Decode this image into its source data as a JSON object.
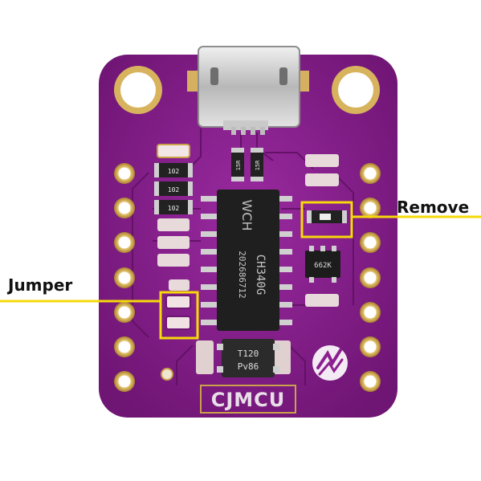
{
  "annotations": {
    "remove": "Remove",
    "jumper": "Jumper"
  },
  "board": {
    "silkscreen_brand": "CJMCU",
    "main_chip": {
      "line1": "CH340G",
      "line2": "202686712",
      "logo": "WCH"
    },
    "small_chip": {
      "line1": "T120",
      "line2": "Pv86"
    },
    "regulator": "662K",
    "resistors": [
      "102",
      "102",
      "102",
      "15R",
      "15R"
    ]
  },
  "colors": {
    "pcb": "#8b1f8f",
    "pcb_dark": "#6e1673",
    "highlight": "#f5d90a",
    "gold": "#c9a24a",
    "chip": "#1f1f1f"
  }
}
